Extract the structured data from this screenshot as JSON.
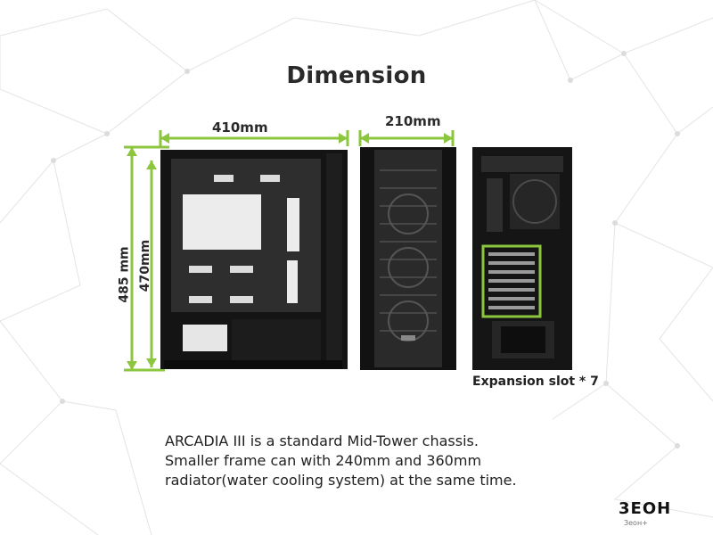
{
  "header": {
    "title": "Dimension"
  },
  "dimensions": {
    "side_width": "410mm",
    "front_width": "210mm",
    "outer_height": "485 mm",
    "inner_height": "470mm"
  },
  "rear": {
    "caption": "Expansion slot * 7"
  },
  "description": {
    "line1": "ARCADIA III is a standard Mid-Tower chassis.",
    "line2": "Smaller frame can with 240mm and 360mm",
    "line3": "radiator(water cooling system) at the same time."
  },
  "brand": {
    "logo": "3EOH",
    "sub": "Зеон+"
  },
  "colors": {
    "accent": "#8cc63f",
    "case": "#141414",
    "text": "#2a2a2a"
  }
}
